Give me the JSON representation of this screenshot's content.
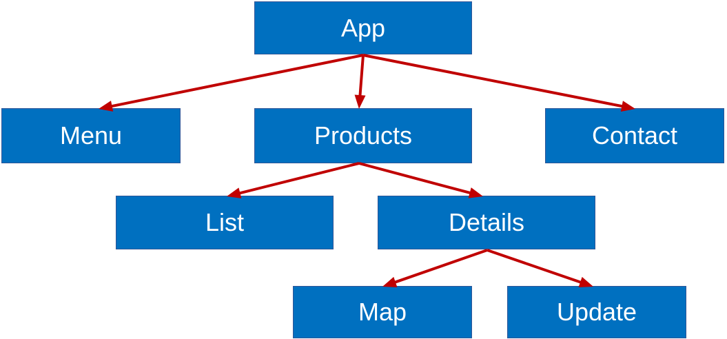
{
  "nodes": {
    "app": "App",
    "menu": "Menu",
    "products": "Products",
    "contact": "Contact",
    "list": "List",
    "details": "Details",
    "map": "Map",
    "update": "Update"
  },
  "edges": [
    {
      "from": "app",
      "to": "menu"
    },
    {
      "from": "app",
      "to": "products"
    },
    {
      "from": "app",
      "to": "contact"
    },
    {
      "from": "products",
      "to": "list"
    },
    {
      "from": "products",
      "to": "details"
    },
    {
      "from": "details",
      "to": "map"
    },
    {
      "from": "details",
      "to": "update"
    }
  ],
  "colors": {
    "node_fill": "#0070C0",
    "node_text": "#ffffff",
    "arrow": "#C00000"
  }
}
